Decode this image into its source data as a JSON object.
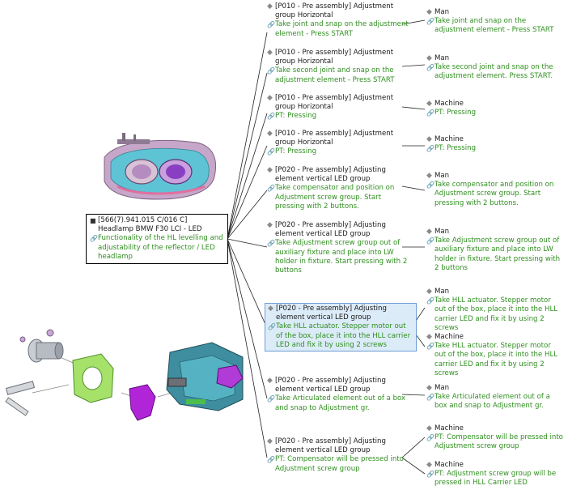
{
  "colors": {
    "text_green": "#2f8f1f",
    "selection_fill": "#dcebf8",
    "selection_border": "#6f9ed3",
    "wire": "#222222"
  },
  "icons": {
    "group": "diamond-icon",
    "link": "link-icon",
    "root": "square-icon"
  },
  "root": {
    "title": "[566(7).941.015 C/016 C] Headlamp BMW F30 LCI - LED",
    "text": "Functionality of the HL levelling and adjustability of the reflector / LED headlamp"
  },
  "groups": [
    {
      "title": "[P010 - Pre assembly] Adjustment group Horizontal",
      "text": "Take joint and snap on the adjustment element - Press START"
    },
    {
      "title": "[P010 - Pre assembly] Adjustment group Horizontal",
      "text": "Take second joint and snap on the adjustment element - Press START"
    },
    {
      "title": "[P010 - Pre assembly] Adjustment group Horizontal",
      "text": "PT: Pressing"
    },
    {
      "title": "[P010 - Pre assembly] Adjustment group Horizontal",
      "text": "PT: Pressing"
    },
    {
      "title": "[P020 - Pre assembly] Adjusting element vertical LED group",
      "text": "Take compensator and position on Adjustment screw group. Start pressing with 2 buttons."
    },
    {
      "title": "[P020 - Pre assembly] Adjusting element vertical LED group",
      "text": "Take Adjustment screw group out of auxiliary fixture and place into LW holder in fixture. Start pressing with 2 buttons"
    },
    {
      "title": "[P020 - Pre assembly] Adjusting element vertical LED group",
      "text": "Take HLL actuator. Stepper motor out of the box, place it into the HLL carrier LED and fix it by using 2 screws"
    },
    {
      "title": "[P020 - Pre assembly] Adjusting element vertical LED group",
      "text": "Take Articulated element out of a box and snap to Adjustment gr."
    },
    {
      "title": "[P020 - Pre assembly] Adjusting element vertical LED group",
      "text": "PT: Compensator will be pressed into Adjustment screw group"
    }
  ],
  "leaves": [
    {
      "title": "Man",
      "text": "Take joint and snap on the adjustment element - Press START"
    },
    {
      "title": "Man",
      "text": "Take second joint and snap on the adjustment element. Press START."
    },
    {
      "title": "Machine",
      "text": "PT: Pressing"
    },
    {
      "title": "Machine",
      "text": "PT: Pressing"
    },
    {
      "title": "Man",
      "text": "Take compensator and position on Adjustment screw group. Start pressing with 2 buttons."
    },
    {
      "title": "Man",
      "text": "Take Adjustment screw group out of auxiliary fixture and place into LW holder in fixture. Start pressing with 2 buttons"
    },
    {
      "title": "Man",
      "text": "Take HLL actuator. Stepper motor out of the box, place it into the HLL carrier LED and fix it by using 2 screws"
    },
    {
      "title": "Machine",
      "text": "Take HLL actuator. Stepper motor out of the box, place it into the HLL carrier LED and fix it by using 2 screws"
    },
    {
      "title": "Man",
      "text": "Take Articulated element out of a box and snap to Adjustment gr."
    },
    {
      "title": "Machine",
      "text": "PT: Compensator will be pressed into Adjustment screw group"
    },
    {
      "title": "Machine",
      "text": "PT: Adjustment screw group will be pressed in HLL Carrier LED"
    }
  ]
}
